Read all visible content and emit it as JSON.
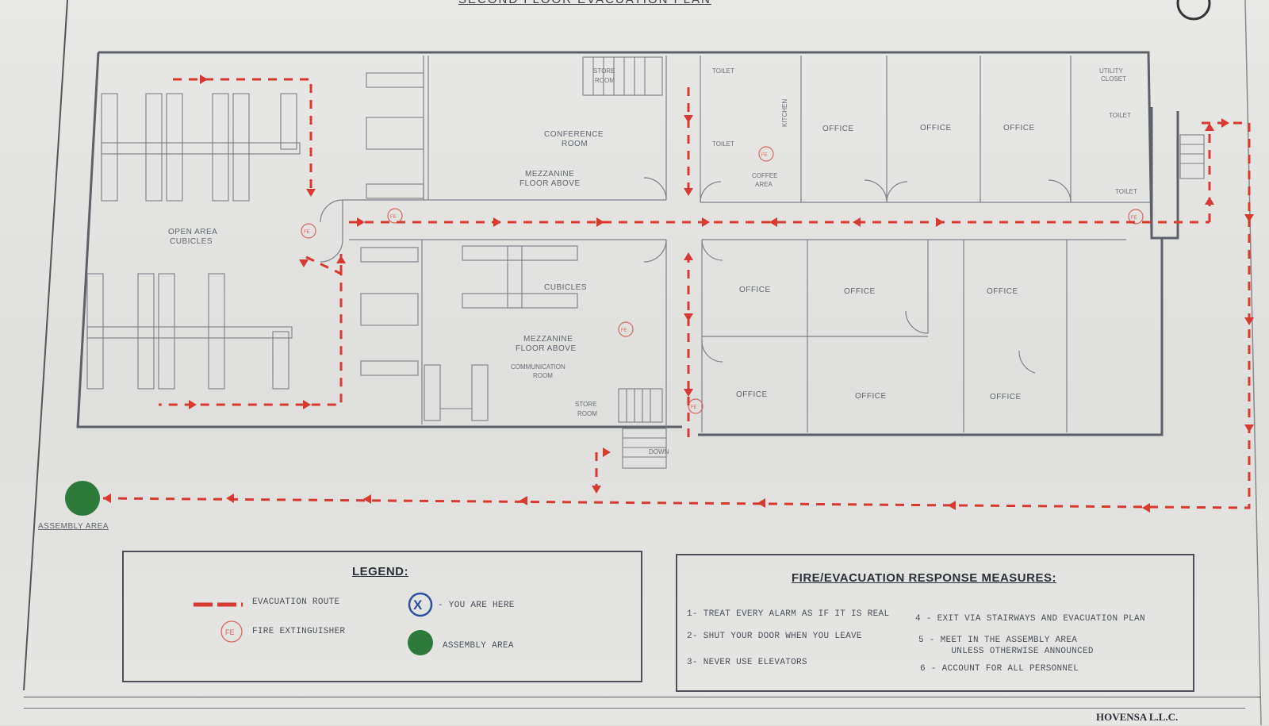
{
  "plan": {
    "title": "SECOND FLOOR EVACUATION PLAN",
    "company": "HOVENSA L.L.C."
  },
  "rooms": {
    "open_area": "OPEN AREA\nCUBICLES",
    "store_room_top": "STORE\nROOM",
    "conference": "CONFERENCE\nROOM",
    "mezzanine_1": "MEZZANINE\nFLOOR ABOVE",
    "toilet_1": "TOILET",
    "toilet_2": "TOILET",
    "kitchen": "KITCHEN",
    "coffee": "COFFEE\nAREA",
    "office_1": "OFFICE",
    "office_2": "OFFICE",
    "office_3": "OFFICE",
    "utility": "UTILITY\nCLOSET",
    "toilet_3": "TOILET",
    "toilet_4": "TOILET",
    "cubicles": "CUBICLES",
    "mezzanine_2": "MEZZANINE\nFLOOR ABOVE",
    "communication": "COMMUNICATION\nROOM",
    "store_room_bottom": "STORE\nROOM",
    "office_4": "OFFICE",
    "office_5": "OFFICE",
    "office_6": "OFFICE",
    "office_7": "OFFICE",
    "office_8": "OFFICE",
    "office_9": "OFFICE",
    "down": "DOWN",
    "assembly": "ASSEMBLY AREA"
  },
  "legend": {
    "title": "LEGEND:",
    "evacuation_route": "EVACUATION ROUTE",
    "fire_extinguisher": "FIRE EXTINGUISHER",
    "fe_symbol": "FE",
    "you_are_here": "- YOU ARE HERE",
    "assembly_area": "ASSEMBLY AREA"
  },
  "measures": {
    "title": "FIRE/EVACUATION RESPONSE MEASURES:",
    "items": [
      "1- TREAT EVERY ALARM AS IF IT IS REAL",
      "2- SHUT YOUR DOOR WHEN YOU LEAVE",
      "3- NEVER USE ELEVATORS",
      "4 - EXIT VIA STAIRWAYS AND EVACUATION PLAN",
      "5 - MEET IN THE ASSEMBLY AREA\n      UNLESS OTHERWISE ANNOUNCED",
      "6 - ACCOUNT FOR ALL PERSONNEL"
    ]
  },
  "colors": {
    "route": "#d83a32",
    "assembly": "#2e7a3a",
    "you_are_here": "#2c4fa0",
    "walls": "#5c6068"
  }
}
